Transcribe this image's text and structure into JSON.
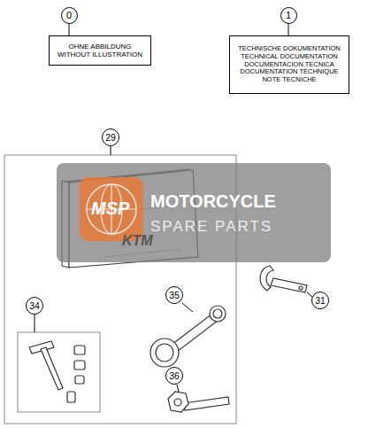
{
  "diagram": {
    "nodes": [
      {
        "text": [
          "0"
        ]
      },
      {
        "text": [
          "OHNE ABBILDUNG WITHOUT ILLUSTRATION"
        ]
      },
      {
        "text": [
          "1"
        ]
      },
      {
        "text": [
          "TECHNISCHE DOKUMENTATION TECHNICAL DOCUMENTATION DOCUMENTACION TECNICA DOCUMENTATION TECHNIQUE NOTE TECNICHE"
        ]
      },
      {
        "text": [
          "29"
        ]
      },
      {
        "text": [
          "31"
        ]
      },
      {
        "text": [
          "34"
        ]
      },
      {
        "text": [
          "35"
        ]
      },
      {
        "text": [
          "36"
        ]
      }
    ],
    "edges": [
      {
        "from": 0,
        "to": 1,
        "arrow": "none"
      },
      {
        "from": 2,
        "to": 3,
        "arrow": "none"
      }
    ],
    "labels": [
      "KTM",
      "MSP",
      "MOTORCYCLE",
      "SPARE PARTS"
    ]
  }
}
